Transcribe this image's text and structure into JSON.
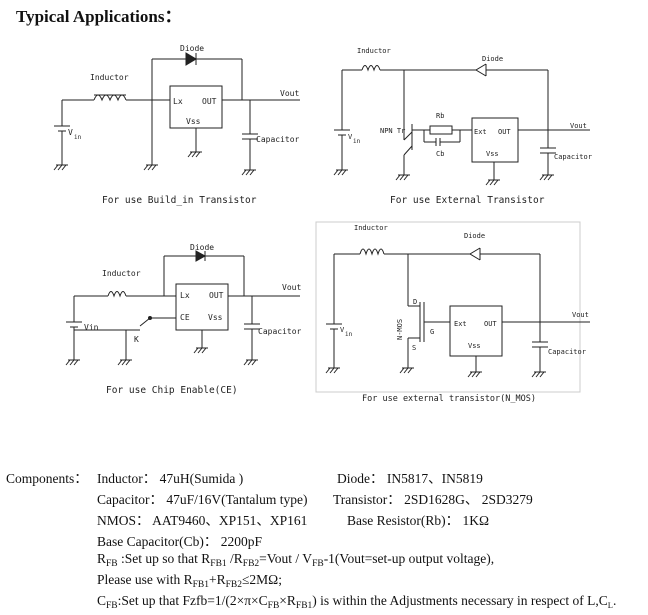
{
  "title": "Typical Applications：",
  "circuits": {
    "c1": {
      "caption": "For use Build_in Transistor",
      "diode": "Diode",
      "inductor": "Inductor",
      "lx": "Lx",
      "out": "OUT",
      "vss": "Vss",
      "vout": "Vout",
      "capacitor": "Capacitor",
      "vin_v": "V",
      "vin_in": "in"
    },
    "c2": {
      "caption": "For use External Transistor",
      "inductor": "Inductor",
      "diode": "Diode",
      "rb": "Rb",
      "cb": "Cb",
      "ext": "Ext",
      "out": "OUT",
      "vss": "Vss",
      "vout": "Vout",
      "npn": "NPN Tr",
      "capacitor": "Capacitor",
      "vin_v": "V",
      "vin_in": "in"
    },
    "c3": {
      "caption": "For use Chip Enable(CE)",
      "diode": "Diode",
      "inductor": "Inductor",
      "lx": "Lx",
      "out": "OUT",
      "ce": "CE",
      "vss": "Vss",
      "vout": "Vout",
      "vin": "Vin",
      "k": "K",
      "capacitor": "Capacitor"
    },
    "c4": {
      "caption": "For use external transistor(N_MOS)",
      "inductor": "Inductor",
      "diode": "Diode",
      "d": "D",
      "g": "G",
      "s": "S",
      "nmos": "N-MOS",
      "ext": "Ext",
      "out": "OUT",
      "vss": "Vss",
      "vout": "Vout",
      "capacitor": "Capacitor",
      "vin_v": "V",
      "vin_in": "in"
    }
  },
  "components": {
    "heading": "Components：",
    "inductor": "Inductor： 47uH(Sumida )",
    "diode": "Diode： IN5817、IN5819",
    "capacitor": "Capacitor： 47uF/16V(Tantalum type)",
    "transistor": "Transistor： 2SD1628G、 2SD3279",
    "nmos": "NMOS： AAT9460、XP151、XP161",
    "base_resistor": "Base Resistor(Rb)： 1KΩ",
    "base_capacitor": "Base Capacitor(Cb)： 2200pF",
    "rfb_label": "R",
    "rfb_sub": "FB",
    "rfb_text": " :Set up so that R",
    "rfb1_sub": "FB1",
    "slash": " /R",
    "rfb2_sub": "FB2",
    "eq": "=Vout / V",
    "vfb_sub": "FB",
    "rfb_tail": "-1(Vout=set-up output voltage),",
    "please_a": "Please use with R",
    "please_sub1": "FB1",
    "please_plus": "+R",
    "please_sub2": "FB2",
    "please_b": "≤2MΩ;",
    "cfb_label": "C",
    "cfb_sub": "FB",
    "cfb_a": ":Set up that Fzfb=1/(2×π×C",
    "cfb_sub2": "FB",
    "cfb_b": "×R",
    "cfb_sub3": "FB1",
    "cfb_c": ") is within the Adjustments necessary in respect of L,C",
    "cfb_sub4": "L",
    "cfb_d": "."
  }
}
